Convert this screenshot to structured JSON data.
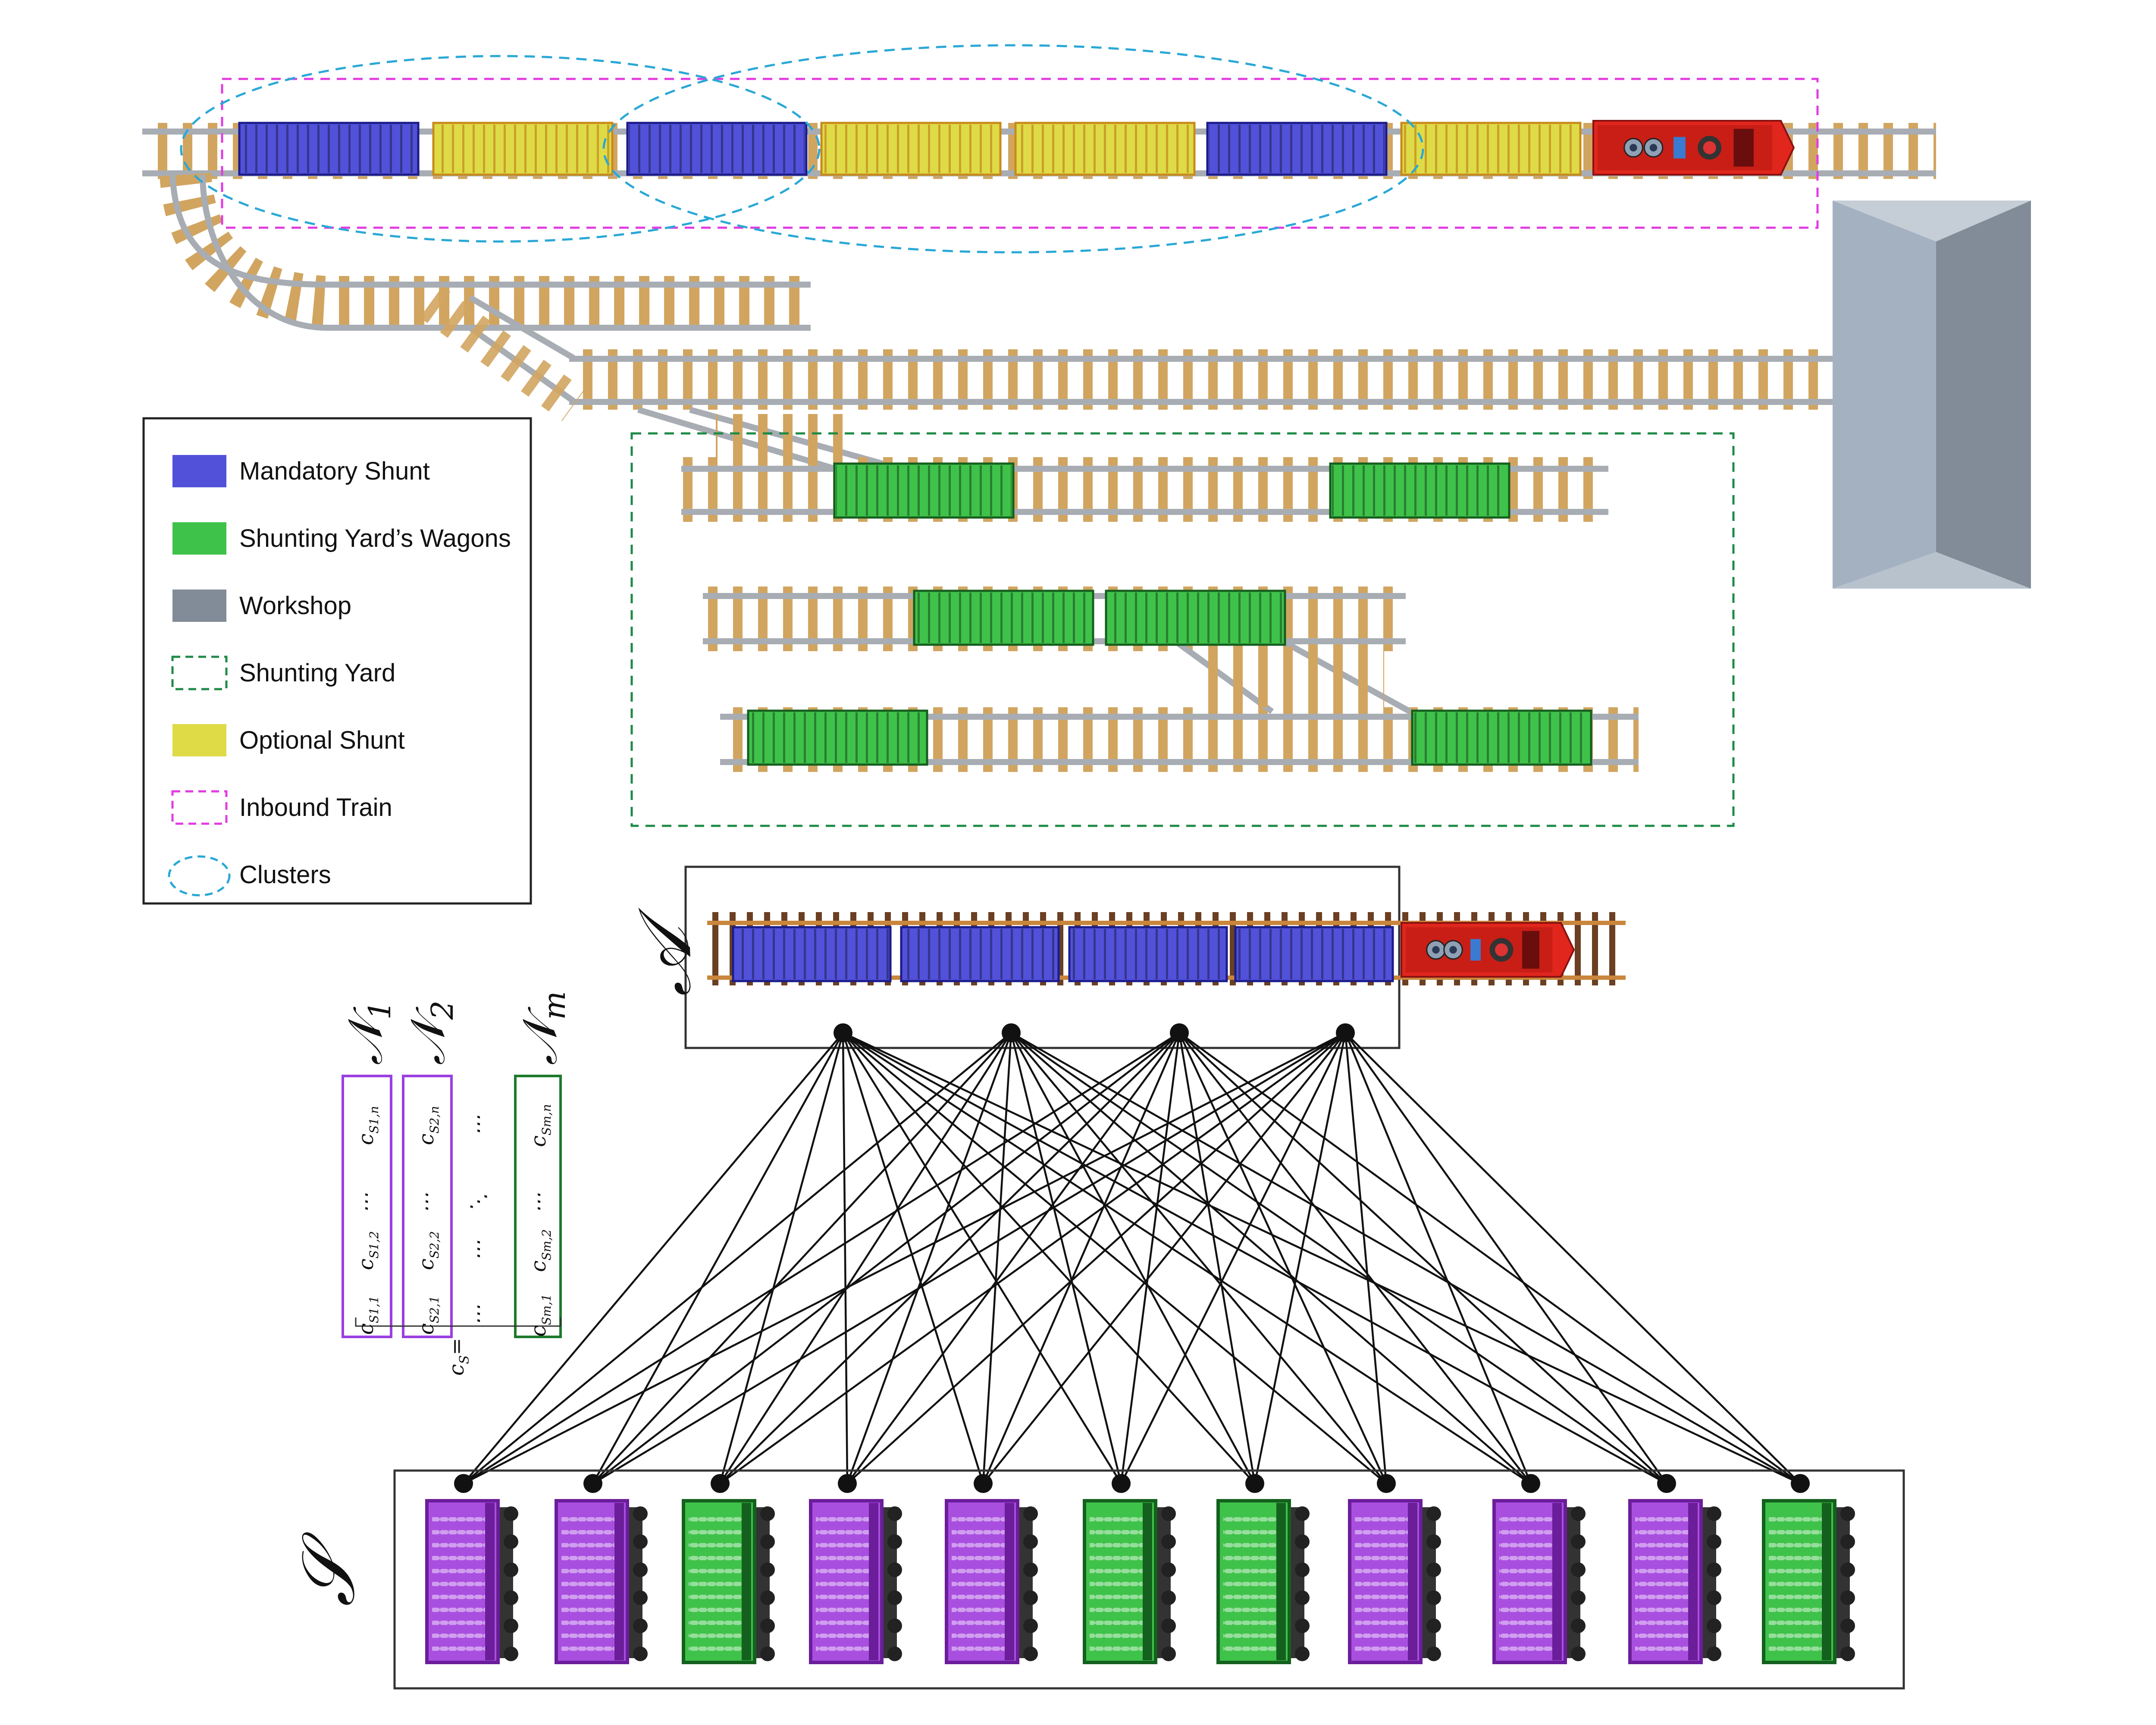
{
  "legend": {
    "items": [
      {
        "label": "Mandatory Shunt",
        "swatch": "solid",
        "color": "#5151d9"
      },
      {
        "label": "Shunting Yard’s Wagons",
        "swatch": "solid",
        "color": "#3fc24a"
      },
      {
        "label": "Workshop",
        "swatch": "solid",
        "color": "#818c98"
      },
      {
        "label": "Shunting Yard",
        "swatch": "dashed-rect",
        "color": "#1d8a46"
      },
      {
        "label": "Optional Shunt",
        "swatch": "solid",
        "color": "#dedb47"
      },
      {
        "label": "Inbound Train",
        "swatch": "dashed-rect",
        "color": "#e23be2"
      },
      {
        "label": "Clusters",
        "swatch": "dashed-ellipse",
        "color": "#2aa8d6"
      }
    ]
  },
  "labels": {
    "action_set": "𝒜",
    "state_set": "𝒮",
    "n1": "𝒩",
    "n1_sub": "1",
    "n2": "𝒩",
    "n2_sub": "2",
    "nm": "𝒩",
    "nm_sub": "m",
    "cs_eq": "c",
    "cs_eq_sub": "S",
    "cs_eq_tail": "="
  },
  "matrix": {
    "col1": [
      "c",
      "⋯",
      "c",
      "c"
    ],
    "col1_subs": [
      "S1,n",
      "",
      "S1,2",
      "S1,1"
    ],
    "col2": [
      "c",
      "⋯",
      "c",
      "c"
    ],
    "col2_subs": [
      "S2,n",
      "",
      "S2,2",
      "S2,1"
    ],
    "col_dots": [
      "⋯",
      "⋱",
      "⋯",
      "⋯"
    ],
    "colm": [
      "c",
      "⋯",
      "c",
      "c"
    ],
    "colm_subs": [
      "Sm,n",
      "",
      "Sm,2",
      "Sm,1"
    ]
  },
  "colors": {
    "mandatory": "#5151d9",
    "optional": "#dedb47",
    "yard_wagon": "#3fc24a",
    "workshop": "#818c98",
    "locomotive": "#e0261d",
    "state_purple": "#a94fe0",
    "state_green": "#3fc24a",
    "rail": "#a8adb4",
    "tie": "#d1a560"
  },
  "inbound_train": [
    "mandatory",
    "optional",
    "mandatory",
    "optional",
    "optional",
    "mandatory",
    "optional",
    "locomotive"
  ],
  "action_train": [
    "mandatory",
    "mandatory",
    "mandatory",
    "mandatory",
    "locomotive"
  ],
  "state_wagons": [
    "purple",
    "purple",
    "green",
    "purple",
    "purple",
    "green",
    "green",
    "purple",
    "purple",
    "purple",
    "green"
  ]
}
